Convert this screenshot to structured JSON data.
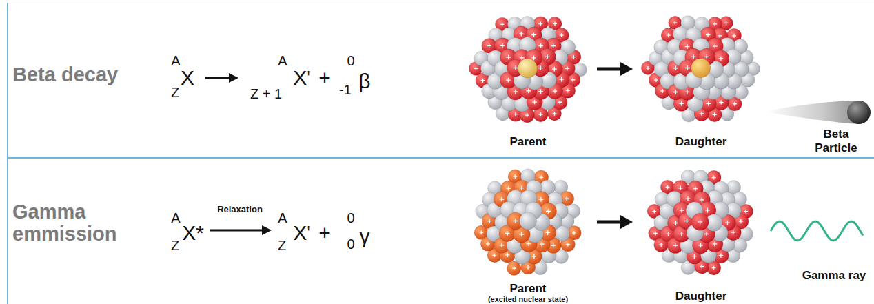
{
  "diagram": {
    "nodes": [
      {
        "text": [
          "Beta decay"
        ]
      },
      {
        "text": [
          "Parent"
        ],
        "in": 0
      },
      {
        "text": [
          "Daughter"
        ],
        "in": 0
      },
      {
        "text": [
          "Beta Particle"
        ],
        "in": 0
      },
      {
        "text": [
          "Gamma emmission"
        ]
      },
      {
        "text": [
          "Parent",
          "(excited nuclear state)"
        ],
        "in": 4
      },
      {
        "text": [
          "Daughter"
        ],
        "in": 4
      },
      {
        "text": [
          "Gamma ray"
        ],
        "in": 4
      }
    ],
    "edges": [
      {
        "from": 1,
        "to": 2,
        "arrow": "to"
      },
      {
        "from": 5,
        "to": 6,
        "arrow": "to"
      }
    ],
    "labels": [
      "A",
      "Z",
      "X",
      "Z + 1",
      "A",
      "X'",
      "+",
      "0",
      "-1",
      "β",
      "A",
      "Z",
      "X*",
      "Relaxation",
      "A",
      "Z",
      "X'",
      "+",
      "0",
      "0",
      "γ"
    ]
  }
}
